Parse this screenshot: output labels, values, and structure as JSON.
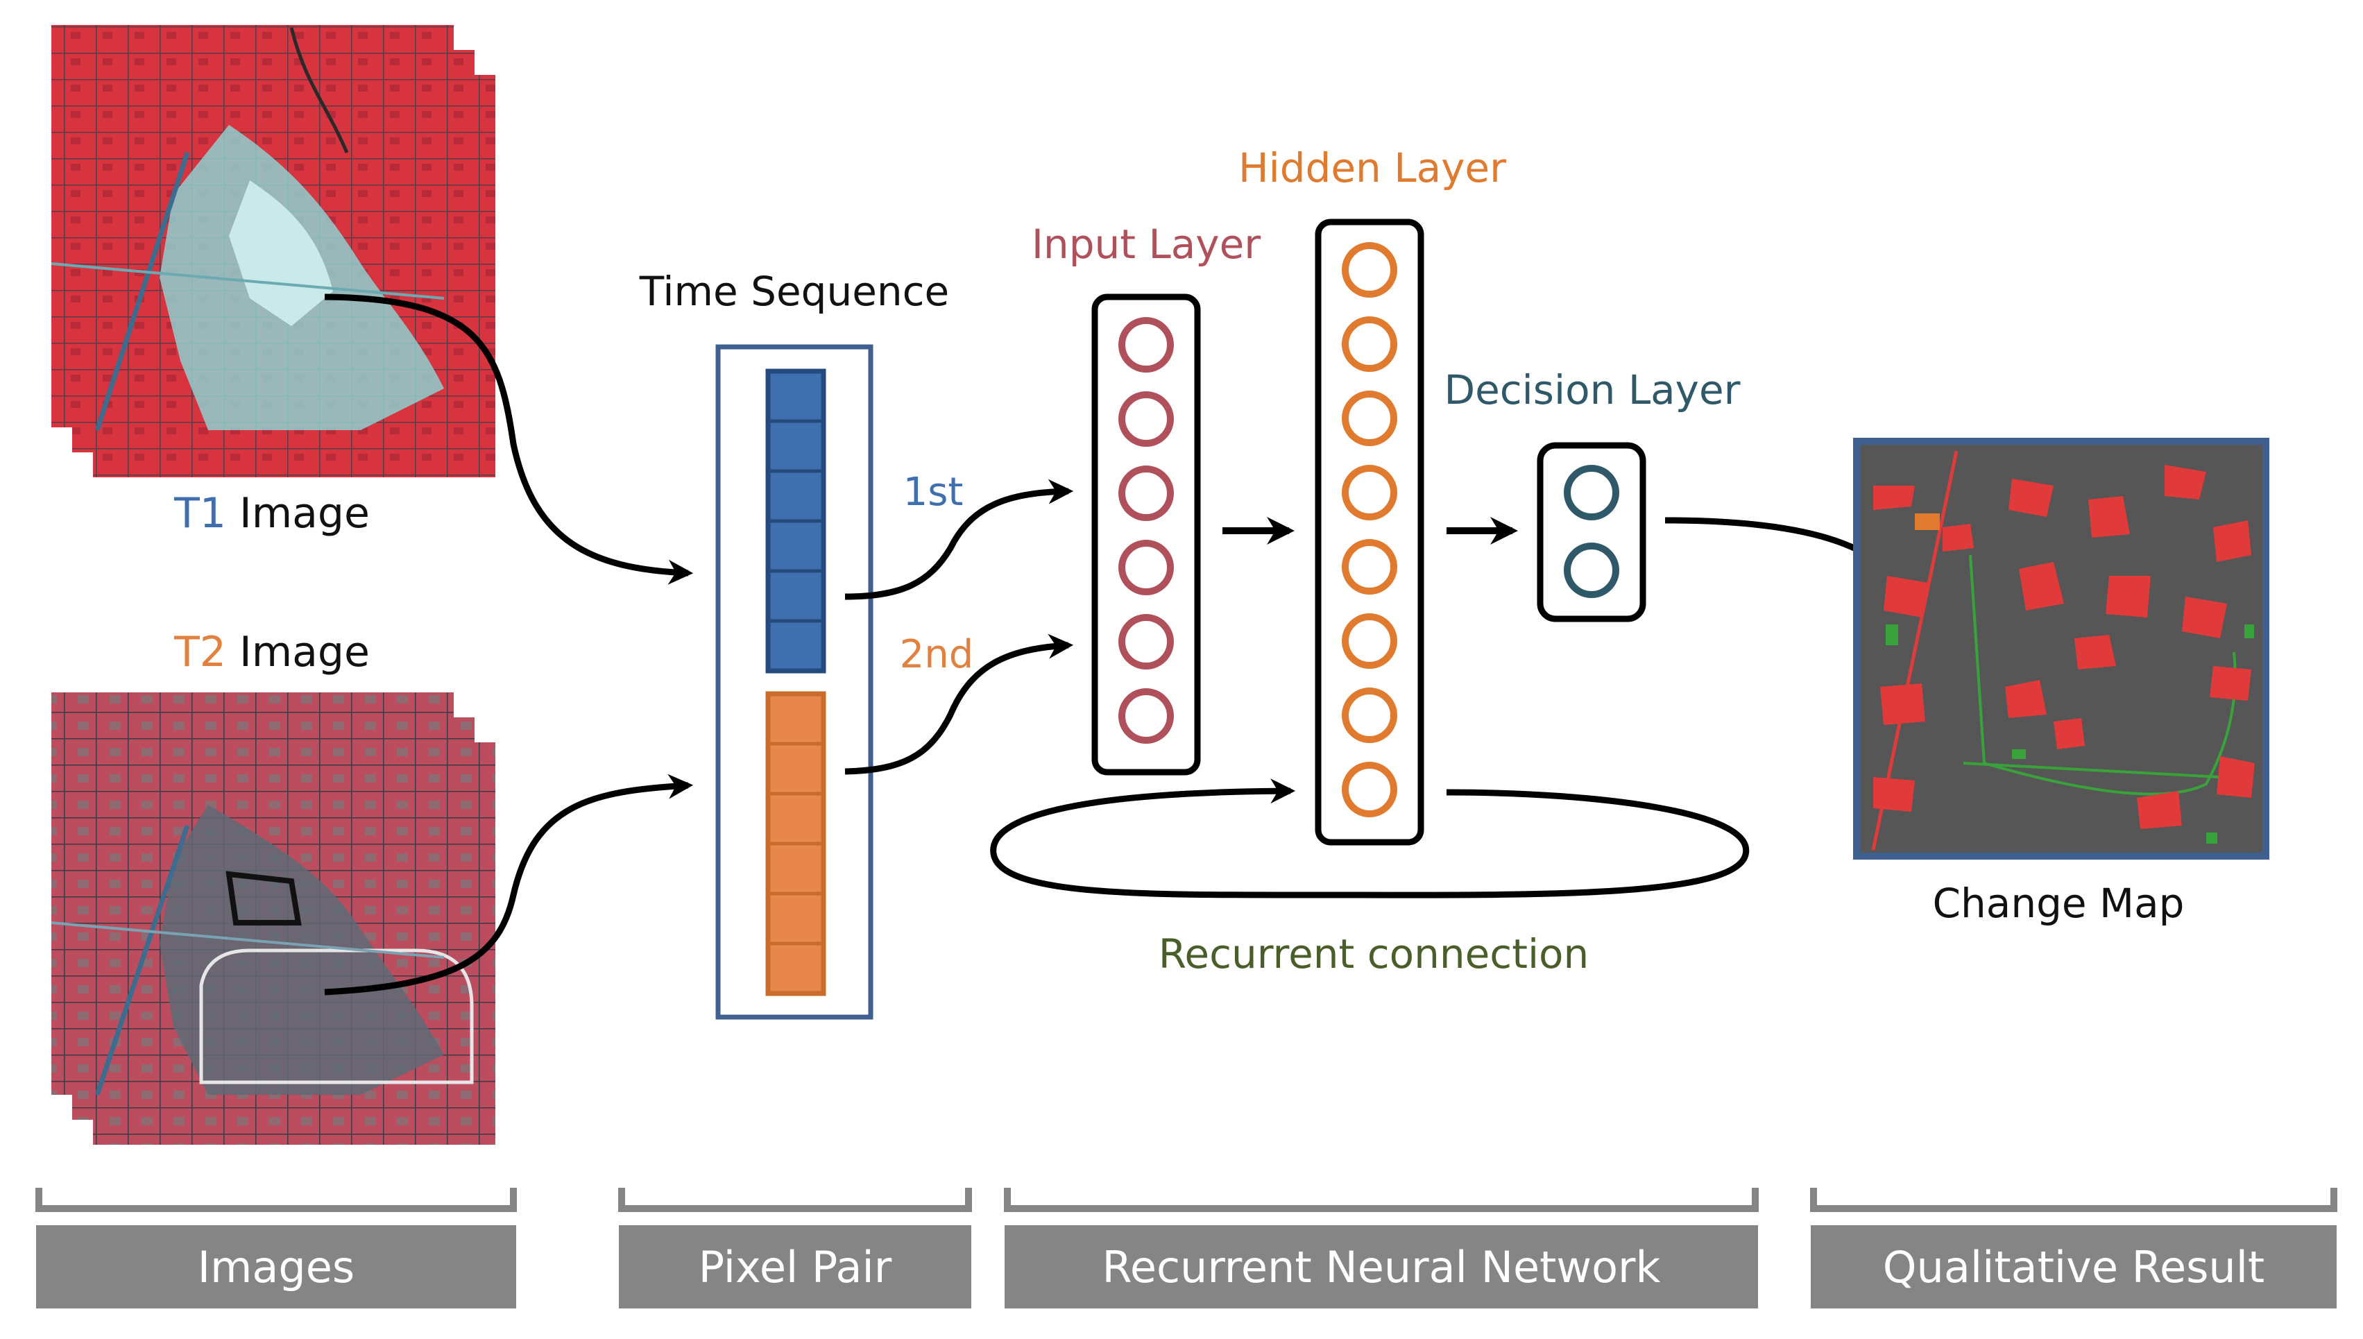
{
  "labels": {
    "t1_prefix": "T1",
    "t1_suffix": " Image",
    "t2_prefix": "T2",
    "t2_suffix": " Image",
    "time_sequence": "Time Sequence",
    "first": "1st",
    "second": "2nd",
    "input_layer": "Input Layer",
    "hidden_layer": "Hidden Layer",
    "decision_layer": "Decision Layer",
    "recurrent_connection": "Recurrent connection",
    "change_map": "Change Map"
  },
  "footer": [
    "Images",
    "Pixel Pair",
    "Recurrent Neural Network",
    "Qualitative Result"
  ],
  "colors": {
    "blue": "#3f6fae",
    "orange": "#e2813f",
    "input_red": "#b0505a",
    "hidden_orange": "#e07a2e",
    "decision_teal": "#2f5868",
    "recurrent_green": "#4a5e2a",
    "footer_gray": "#858585",
    "frame_blue": "#3e5f8f",
    "map_gray": "#565656",
    "change_red": "#e03a3a",
    "change_green": "#3aa23a"
  }
}
